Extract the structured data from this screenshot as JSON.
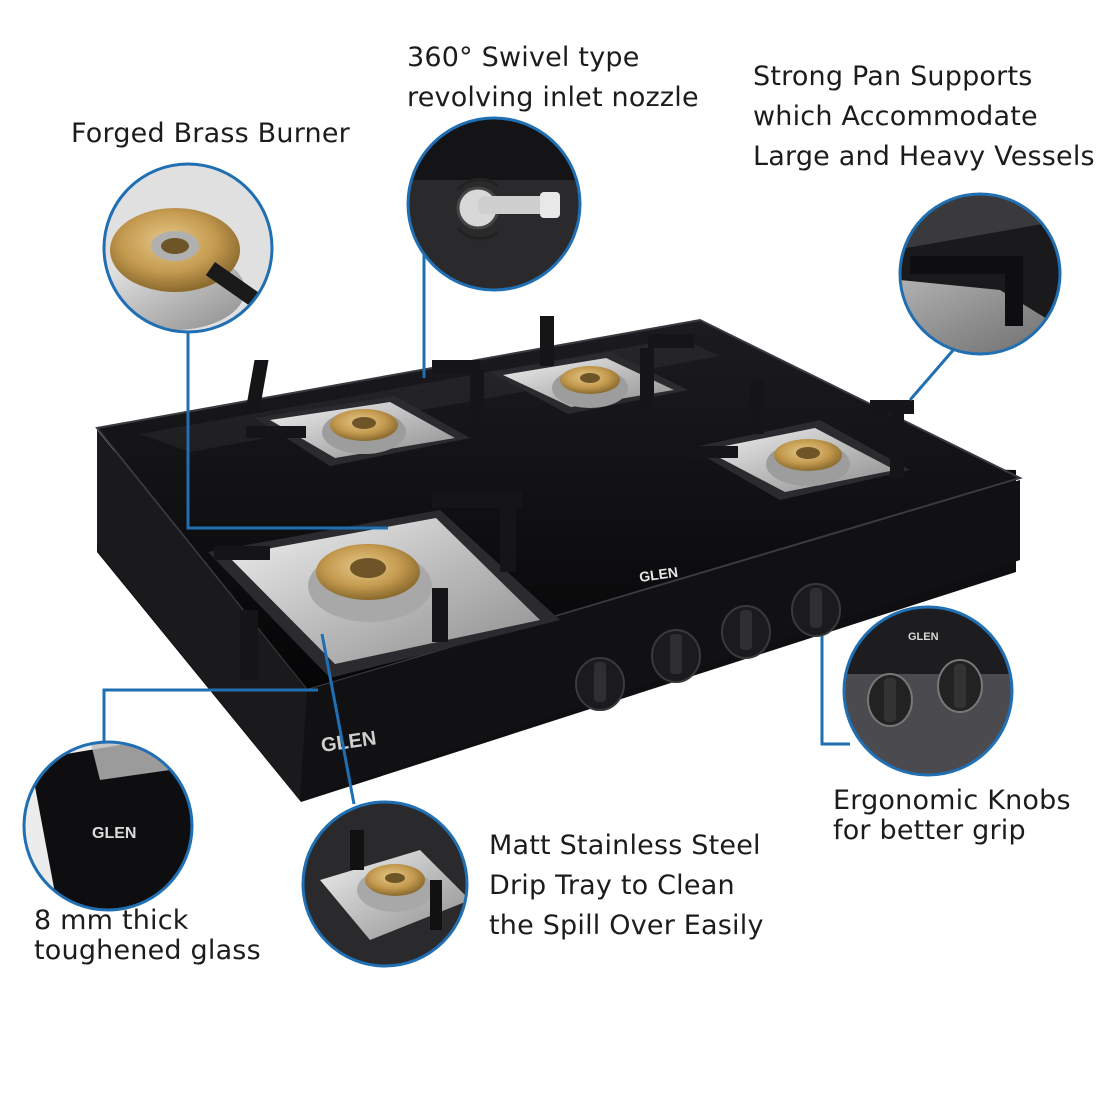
{
  "callouts": {
    "nozzle": {
      "lines": [
        "360° Swivel type",
        "revolving inlet nozzle"
      ]
    },
    "pan_supports": {
      "lines": [
        "Strong Pan Supports",
        "which Accommodate",
        "Large and Heavy Vessels"
      ]
    },
    "burner": {
      "lines": [
        "Forged Brass Burner"
      ]
    },
    "knobs": {
      "lines": [
        "Ergonomic Knobs",
        "for better grip"
      ]
    },
    "drip_tray": {
      "lines": [
        "Matt Stainless Steel",
        "Drip Tray to Clean",
        "the Spill Over Easily"
      ]
    },
    "glass": {
      "lines": [
        "8 mm thick",
        "toughened glass"
      ]
    }
  },
  "brand": {
    "top_logo": "GLEN",
    "front_logo": "GLEN",
    "knob_panel_logo": "GLEN",
    "corner_logo": "GLEN"
  },
  "colors": {
    "callout_line": "#1f6fb2",
    "glass_top": "#0b0b0d",
    "brass": "#c9a25a",
    "steel": "#c8c8c8"
  },
  "icons": [
    "burner-icon",
    "knob-icon",
    "nozzle-icon",
    "pan-support-icon"
  ]
}
